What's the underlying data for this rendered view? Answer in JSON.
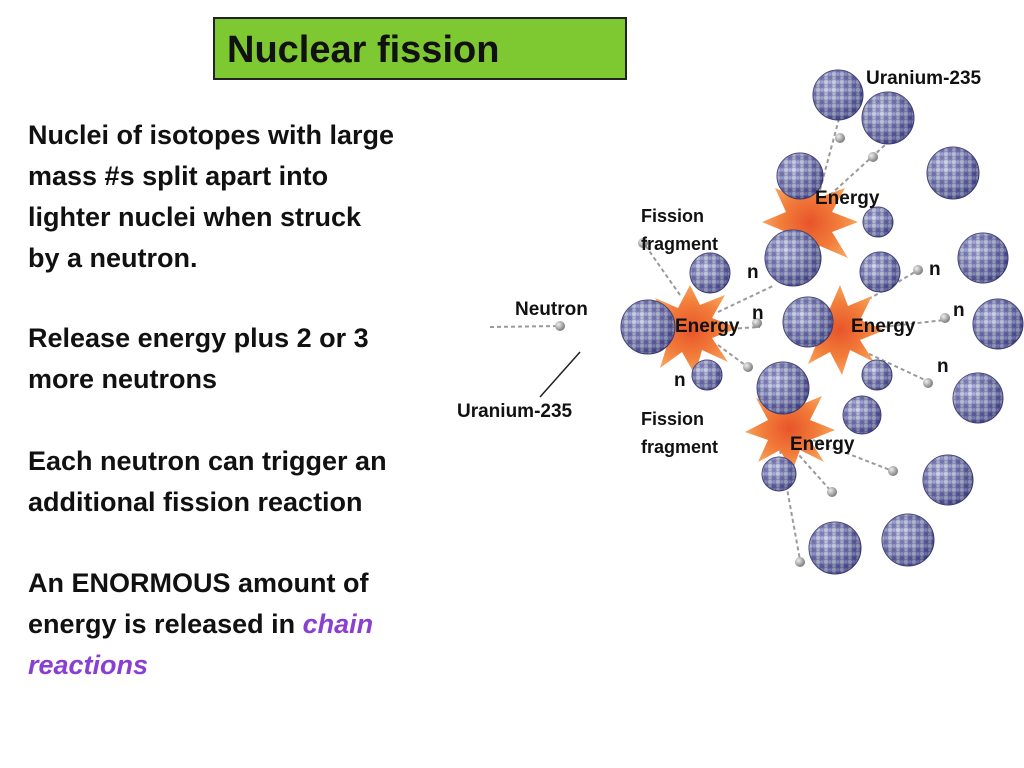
{
  "title": "Nuclear fission",
  "paragraphs": {
    "p1": [
      "Nuclei of isotopes with large",
      "mass #s split apart into",
      "lighter nuclei when struck",
      "by a neutron."
    ],
    "p2": [
      "Release energy plus 2 or 3",
      "more neutrons"
    ],
    "p3": [
      "Each neutron can trigger an",
      "additional fission reaction"
    ],
    "p4_line1": "An ENORMOUS amount of",
    "p4_line2_prefix": "energy is released in ",
    "p4_emphasis_1": "chain",
    "p4_emphasis_2": "reactions"
  },
  "diagram_labels": {
    "uranium_top": "Uranium-235",
    "uranium_bottom": "Uranium-235",
    "neutron": "Neutron",
    "fission_fragment_top_1": "Fission",
    "fission_fragment_top_2": "fragment",
    "fission_fragment_bottom_1": "Fission",
    "fission_fragment_bottom_2": "fragment",
    "energy": "Energy",
    "n": "n"
  },
  "colors": {
    "title_background": "#7ec832",
    "emphasis_text": "#8a3fd1",
    "nucleus": "#6a68b8",
    "burst_outer": "#f7a35c",
    "burst_inner": "#e8542a",
    "neutron": "#9a9a9a"
  }
}
